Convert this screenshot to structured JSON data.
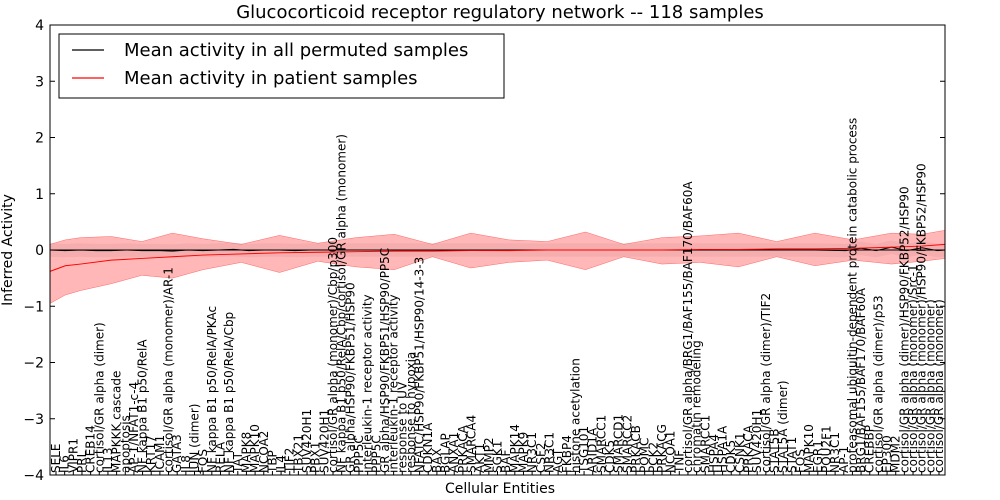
{
  "chart_data": {
    "type": "line",
    "title": "Glucocorticoid receptor regulatory network -- 118 samples",
    "xlabel": "Cellular Entities",
    "ylabel": "Inferred Activity",
    "ylim": [
      -4,
      4
    ],
    "yticks": [
      -4,
      -3,
      -2,
      -1,
      0,
      1,
      2,
      3,
      4
    ],
    "xlim": [
      0,
      117
    ],
    "legend_position": "top-left",
    "legend": [
      {
        "label": "Mean activity in all permuted samples",
        "color": "#000000"
      },
      {
        "label": "Mean activity in patient samples",
        "color": "#ff0000"
      }
    ],
    "colors": {
      "permuted": "#000000",
      "patient": "#ff0000",
      "patient_band": "#ff9999",
      "permuted_band": "#c8c8c8",
      "zero_line": "#000000"
    },
    "x_tick_labels": [
      "SELE",
      "IL6",
      "VIPR1",
      "PRL",
      "CREB14",
      "cortisol/GR alpha (dimer)",
      "IL13",
      "MAPKKK cascade",
      "apoptosis",
      "AP-1/NFAT1-c-4",
      "NF kappa B1 p50/RelA",
      "KRT17",
      "ICAM1",
      "cortisol/GR alpha (monomer)/AR-1",
      "GATA3",
      "IL8",
      "JUN (dimer)",
      "FOS",
      "NF kappa B1 p50/RelA/PKAc",
      "RELA",
      "NF kappa B1 p50/RelA/Cbp",
      "TAT",
      "MAPK8",
      "MAPK10",
      "NCOA2",
      "TBP",
      "IL4",
      "TIF2",
      "TBX21",
      "SUV420H1",
      "PBX1",
      "SUV420H1",
      "cortisol/GR alpha (monomer)/Cbp/p300",
      "NF kappa B1 p50/RelA/Cbp/cortisol/GR alpha (monomer)",
      "GR alpha/HSP90/FKBP51/HSP90",
      "PPP5C",
      "interleukin-1 receptor activity",
      "PPP5C",
      "GR alpha/HSP90/FKBP51/HSP90/PP5C",
      "interleukin-1 receptor activity",
      "response to UV",
      "response to hypoxia",
      "NFATC/HSP90/FKBP51/HSP90/14-3-3",
      "CDKN1A",
      "BAX",
      "BGLAP",
      "ANXA1",
      "PRKACA",
      "SMARCA4",
      "AKT1",
      "MMP2",
      "SGK1",
      "BAF",
      "MAPK14",
      "MAPK9",
      "NR3C1",
      "CSF2",
      "NR3C1",
      "AGT",
      "FKBP4",
      "histone acetylation",
      "TSG101",
      "ARID1A",
      "SMARCC1",
      "CDK5",
      "SMARCD1",
      "SMARCC2",
      "PRKACB",
      "POMC",
      "PCK2",
      "PRKACG",
      "NCOA1",
      "TNF",
      "cortisol/GR alpha/BRG1/BAF155/BAF170/BAF60A",
      "chromatin remodeling",
      "SMARCC1",
      "HSPA4",
      "HSPA1A",
      "CDK5",
      "CSNK1",
      "PRKACA",
      "SUV420H1",
      "cortisol/GR alpha (dimer)/TIF2",
      "STAT5B",
      "STAT5A (dimer)",
      "STAT1",
      "FOS",
      "MAPK10",
      "EGR1",
      "POU2F1",
      "NR3C1",
      "AP-1",
      "proteasomal ubiquitin-dependent protein catabolic process",
      "BRG1/BAF155/BAF170/BAF60A",
      "CREBBP",
      "cortisol/GR alpha (dimer)/p53",
      "EP300",
      "MDM2",
      "cortisol/GR alpha (dimer)/HSP90/FKBP52/HSP90",
      "cortisol/GR alpha (monomer)/Src-1",
      "cortisol/GR alpha (monomer)/HSP90/FKBP52/HSP90",
      "cortisol/GR alpha (monomer)",
      "cortisol/GR alpha (monomer)"
    ],
    "series": [
      {
        "name": "Mean activity in all permuted samples",
        "x": [
          0,
          2,
          4,
          6,
          8,
          10,
          12,
          14,
          16,
          18,
          20,
          22,
          24,
          26,
          28,
          30,
          32,
          34,
          36,
          40,
          45,
          50,
          55,
          60,
          65,
          70,
          75,
          80,
          85,
          90,
          95,
          100,
          104,
          106,
          108,
          110,
          112,
          114,
          116,
          117
        ],
        "y": [
          0.0,
          -0.01,
          0.0,
          -0.01,
          -0.01,
          0.0,
          -0.01,
          -0.01,
          -0.02,
          0.0,
          -0.01,
          0.0,
          0.01,
          -0.01,
          0.0,
          0.0,
          -0.01,
          0.0,
          0.0,
          0.0,
          0.0,
          0.0,
          0.0,
          0.0,
          0.0,
          0.0,
          0.0,
          0.0,
          0.0,
          0.0,
          0.0,
          0.0,
          -0.01,
          0.03,
          -0.01,
          0.05,
          -0.01,
          0.04,
          -0.01,
          0.0
        ]
      },
      {
        "name": "Mean activity in patient samples",
        "x": [
          0,
          2,
          4,
          8,
          12,
          16,
          20,
          25,
          30,
          35,
          40,
          45,
          50,
          55,
          60,
          65,
          70,
          75,
          80,
          85,
          90,
          95,
          100,
          105,
          110,
          114,
          117
        ],
        "y": [
          -0.38,
          -0.28,
          -0.25,
          -0.18,
          -0.15,
          -0.12,
          -0.09,
          -0.07,
          -0.05,
          -0.04,
          -0.03,
          -0.02,
          -0.02,
          -0.01,
          -0.01,
          0.0,
          0.0,
          0.0,
          0.0,
          0.01,
          0.01,
          0.02,
          0.02,
          0.03,
          0.05,
          0.07,
          0.1
        ]
      }
    ],
    "patient_band_upper": [
      0.1,
      0.18,
      0.22,
      0.24,
      0.15,
      0.3,
      0.2,
      0.1,
      0.26,
      0.12,
      0.22,
      0.28,
      0.1,
      0.3,
      0.18,
      0.15,
      0.32,
      0.1,
      0.22,
      0.25,
      0.3,
      0.15,
      0.3,
      0.18,
      0.3,
      0.28,
      0.35
    ],
    "patient_band_lower": [
      -0.95,
      -0.8,
      -0.72,
      -0.6,
      -0.45,
      -0.5,
      -0.35,
      -0.22,
      -0.4,
      -0.2,
      -0.3,
      -0.35,
      -0.12,
      -0.32,
      -0.22,
      -0.18,
      -0.35,
      -0.12,
      -0.25,
      -0.22,
      -0.3,
      -0.12,
      -0.28,
      -0.18,
      -0.25,
      -0.2,
      -0.15
    ],
    "permuted_band_half_width": 0.12
  }
}
